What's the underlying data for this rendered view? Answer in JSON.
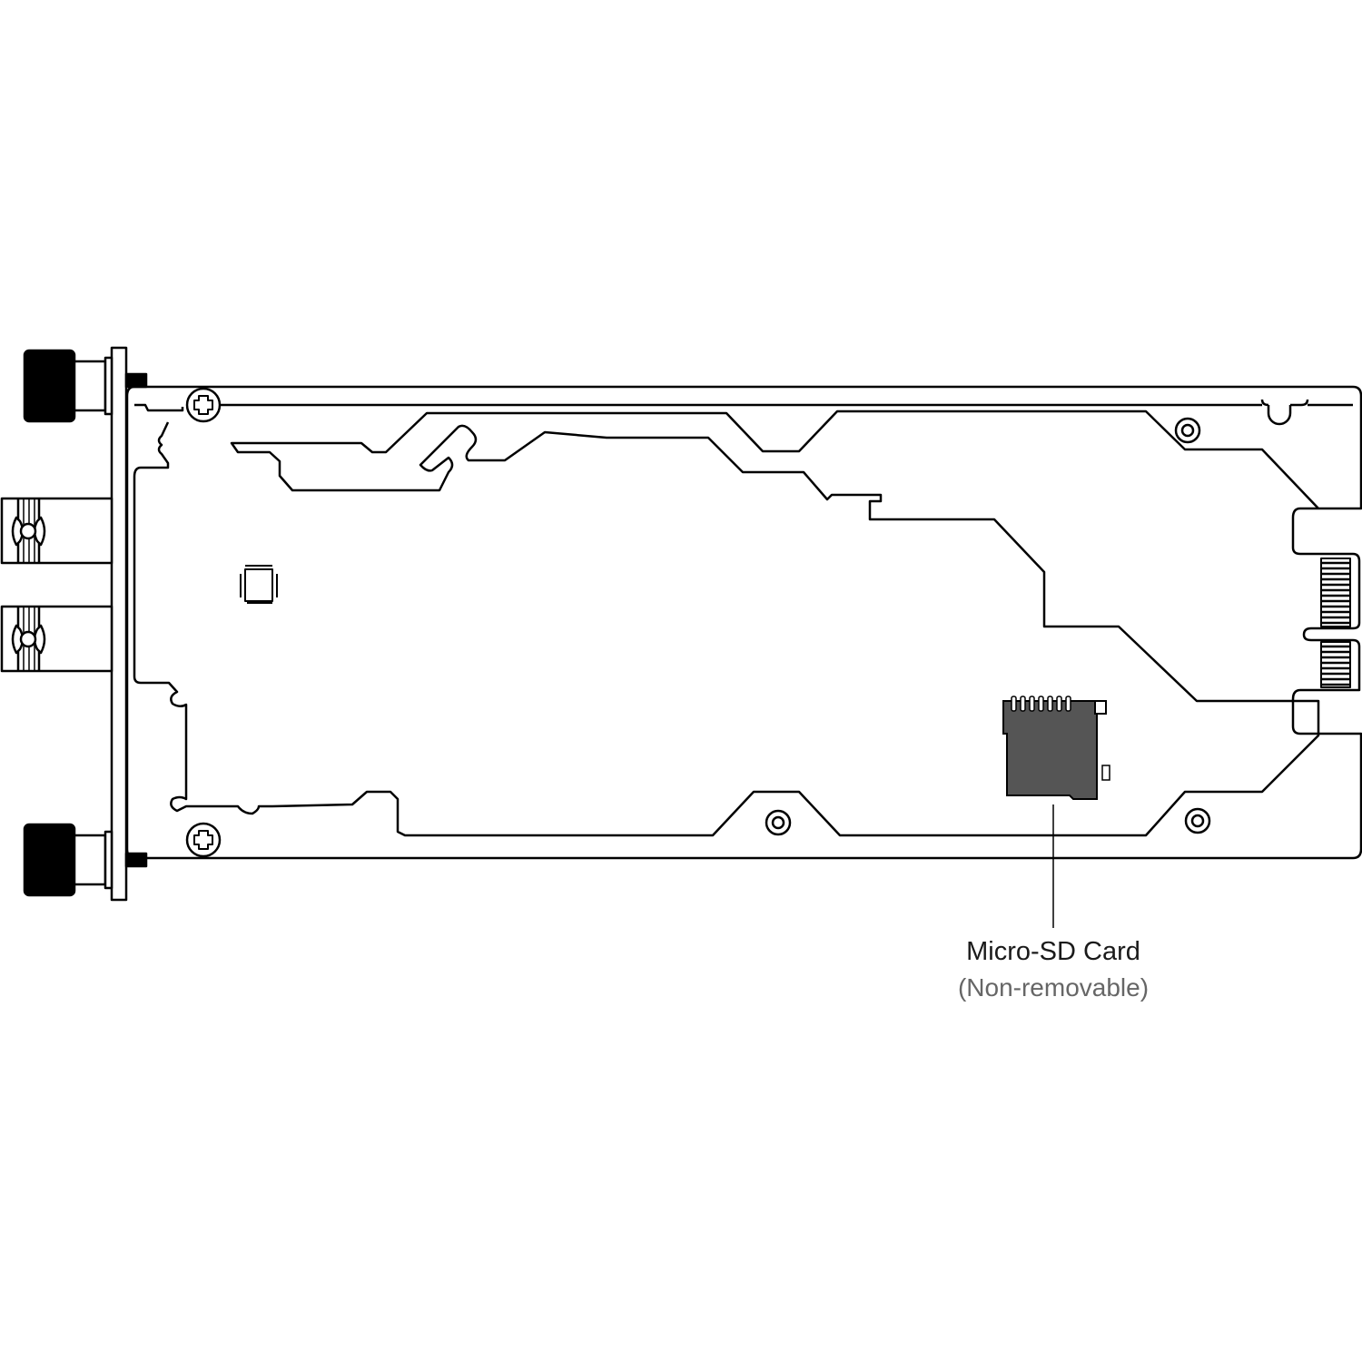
{
  "diagram": {
    "subject": "PCB module side view",
    "colors": {
      "line": "#000000",
      "background": "#ffffff",
      "sd_card_fill": "#555555",
      "callout_title": "#1a1a1a",
      "callout_subtitle": "#666666"
    },
    "callout": {
      "title": "Micro-SD Card",
      "subtitle": "(Non-removable)"
    },
    "components": [
      "knurled-thumbscrew-top",
      "knurled-thumbscrew-bottom",
      "bnc-connector-1",
      "bnc-connector-2",
      "front-panel",
      "mounting-screw-top",
      "mounting-screw-bottom",
      "ic-chip",
      "micro-sd-card-slot",
      "edge-connector",
      "mounting-holes"
    ]
  }
}
